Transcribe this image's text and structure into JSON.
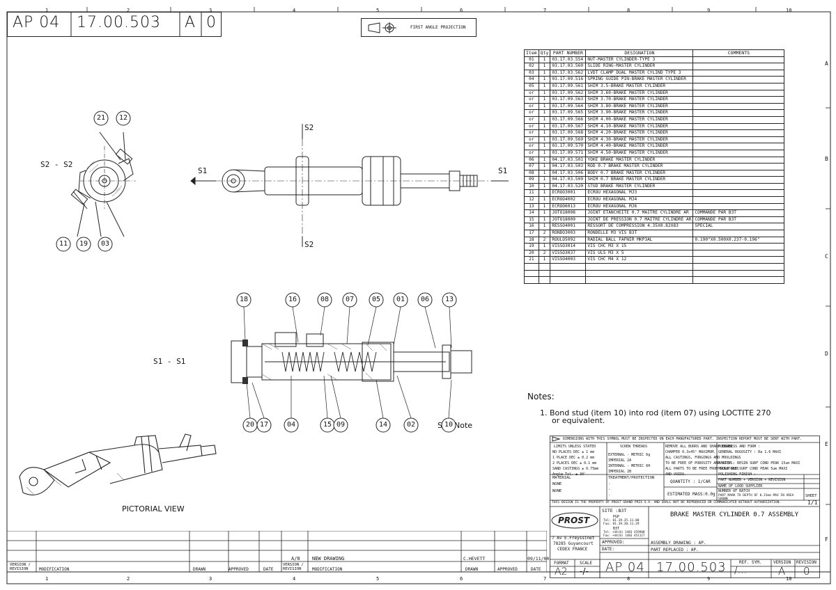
{
  "header": {
    "doc_code": "AP 04",
    "doc_number": "17.00.503",
    "revision": "A",
    "sheet": "0",
    "projection_label": "FIRST ANGLE PROJECTION"
  },
  "zones": {
    "columns": [
      "1",
      "2",
      "3",
      "4",
      "5",
      "6",
      "7",
      "8",
      "9",
      "10"
    ],
    "rows": [
      "A",
      "B",
      "C",
      "D",
      "E",
      "F"
    ]
  },
  "bom": {
    "headers": [
      "Item",
      "Qty",
      "PART NUMBER",
      "DESIGNATION",
      "COMMENTS"
    ],
    "rows": [
      {
        "item": "01",
        "qty": "1",
        "pn": "03.17.03.554",
        "des": "NUT-MASTER CYLINDER-TYPE 3",
        "com": ""
      },
      {
        "item": "02",
        "qty": "1",
        "pn": "03.17.03.560",
        "des": "SLIDE RING-MASTER CYLINDER",
        "com": ""
      },
      {
        "item": "03",
        "qty": "1",
        "pn": "03.17.03.562",
        "des": "LVDT CLAMP DUAL MASTER CYLIND TYPE 3",
        "com": ""
      },
      {
        "item": "04",
        "qty": "1",
        "pn": "03.17.09.516",
        "des": "SPRING GUIDE PIN-BRAKE MASTER CYLINDER",
        "com": ""
      },
      {
        "item": "05",
        "qty": "1",
        "pn": "03.17.09.561",
        "des": "SHIM 3.5-BRAKE MASTER CYLINDER",
        "com": ""
      },
      {
        "item": "or",
        "qty": "1",
        "pn": "03.17.09.562",
        "des": "SHIM 3.60-BRAKE MASTER CYLINDER",
        "com": ""
      },
      {
        "item": "or",
        "qty": "1",
        "pn": "03.17.09.563",
        "des": "SHIM 3.70-BRAKE MASTER CYLINDER",
        "com": ""
      },
      {
        "item": "or",
        "qty": "1",
        "pn": "03.17.09.564",
        "des": "SHIM 3.80-BRAKE MASTER CYLINDER",
        "com": ""
      },
      {
        "item": "or",
        "qty": "1",
        "pn": "03.17.09.565",
        "des": "SHIM 3.90-BRAKE MASTER CYLINDER",
        "com": ""
      },
      {
        "item": "or",
        "qty": "1",
        "pn": "03.17.09.566",
        "des": "SHIM 4.00-BRAKE MASTER CYLINDER",
        "com": ""
      },
      {
        "item": "or",
        "qty": "1",
        "pn": "03.17.09.567",
        "des": "SHIM 4.10-BRAKE MASTER CYLINDER",
        "com": ""
      },
      {
        "item": "or",
        "qty": "1",
        "pn": "03.17.09.568",
        "des": "SHIM 4.20-BRAKE MASTER CYLINDER",
        "com": ""
      },
      {
        "item": "or",
        "qty": "1",
        "pn": "03.17.09.569",
        "des": "SHIM 4.30-BRAKE MASTER CYLINDER",
        "com": ""
      },
      {
        "item": "or",
        "qty": "1",
        "pn": "03.17.09.570",
        "des": "SHIM 4.40-BRAKE MASTER CYLINDER",
        "com": ""
      },
      {
        "item": "or",
        "qty": "1",
        "pn": "03.17.09.571",
        "des": "SHIM 4.50-BRAKE MASTER CYLINDER",
        "com": ""
      },
      {
        "item": "06",
        "qty": "1",
        "pn": "04.17.03.501",
        "des": "YOKE BRAKE MASTER CYLINDER",
        "com": ""
      },
      {
        "item": "07",
        "qty": "1",
        "pn": "04.17.03.503",
        "des": "ROD 0.7 BRAKE MASTER CYLINDER",
        "com": ""
      },
      {
        "item": "08",
        "qty": "1",
        "pn": "04.17.03.506",
        "des": "BODY 0.7 BRAKE MASTER CYLINDER",
        "com": ""
      },
      {
        "item": "09",
        "qty": "1",
        "pn": "04.17.03.509",
        "des": "SHIM 0.7 BRAKE MASTER CYLINDER",
        "com": ""
      },
      {
        "item": "10",
        "qty": "1",
        "pn": "04.17.03.520",
        "des": "STUD BRAKE MASTER CYLINDER",
        "com": ""
      },
      {
        "item": "11",
        "qty": "1",
        "pn": "ECROO3001",
        "des": "ECROU HEXAGONAL MJ3",
        "com": ""
      },
      {
        "item": "12",
        "qty": "1",
        "pn": "ECROO4002",
        "des": "ECROU HEXAGONAL MJ4",
        "com": ""
      },
      {
        "item": "13",
        "qty": "1",
        "pn": "ECROO6013",
        "des": "ECROU HEXAGONAL MJ6",
        "com": ""
      },
      {
        "item": "14",
        "qty": "1",
        "pn": "JOTO18008",
        "des": "JOINT ETANCHEITE 0.7 MAITRE CYLINDRE AR",
        "com": "COMMANDE PAR B3T"
      },
      {
        "item": "15",
        "qty": "1",
        "pn": "JOTO18009",
        "des": "JOINT DE PRESSION 0.7 MAITRE CYLINDRE AR",
        "com": "COMMANDE PAR B3T"
      },
      {
        "item": "16",
        "qty": "1",
        "pn": "RESSO4001",
        "des": "RESSORT DE COMPRESSION   4.35X0.82X83",
        "com": "SPECIAL"
      },
      {
        "item": "17",
        "qty": "2",
        "pn": "RONDO3003",
        "des": "RONDELLE M3 VIS B3T",
        "com": ""
      },
      {
        "item": "18",
        "qty": "2",
        "pn": "ROULO5092",
        "des": "RADIAL BALL FAFNIR MKP3AL",
        "com": "0.190\"X0.500X0.237-0.196\""
      },
      {
        "item": "19",
        "qty": "1",
        "pn": "VISSO3014",
        "des": "VIS CHC M3 X 15",
        "com": ""
      },
      {
        "item": "20",
        "qty": "2",
        "pn": "VISSO3037",
        "des": "VIS ULS M3 X 5",
        "com": ""
      },
      {
        "item": "21",
        "qty": "1",
        "pn": "VISSO4003",
        "des": "VIS CHC M4 X 12",
        "com": ""
      },
      {
        "item": "",
        "qty": "",
        "pn": "",
        "des": "",
        "com": ""
      },
      {
        "item": "",
        "qty": "",
        "pn": "",
        "des": "",
        "com": ""
      },
      {
        "item": "",
        "qty": "",
        "pn": "",
        "des": "",
        "com": ""
      }
    ]
  },
  "views": {
    "section_s2": "S2 - S2",
    "section_s1": "S1 - S1",
    "pictorial": "PICTORIAL VIEW",
    "cut_s1": "S1",
    "cut_s2": "S2",
    "see_note": "See Note"
  },
  "balloons": {
    "s2": [
      "21",
      "12",
      "11",
      "19",
      "03"
    ],
    "s1_top": [
      "18",
      "16",
      "08",
      "07",
      "05",
      "01",
      "06",
      "13"
    ],
    "s1_bottom": [
      "20",
      "17",
      "04",
      "15",
      "09",
      "14",
      "02",
      "10"
    ]
  },
  "notes": {
    "heading": "Notes:",
    "line1": "1. Bond stud (item 10) into rod (item 07) using LOCTITE 270",
    "line2": "or equivalent."
  },
  "titleblock": {
    "inspection_note": "DIMENSIONS WITH THIS SYMBOL MUST BE INSPECTED ON EACH MANUFACTURED PART. INSPECTION REPORT MUST BE SENT WITH PART.",
    "limits_title": "LIMITS UNLESS STATED",
    "limits": [
      "NO PLACES DEC   ± 1   mm",
      "1 PLACE DEC     ± 0.2 mm",
      "2 PLACES DEC    ± 0.1 mm",
      "SAND CASTINGS   ± 0.75mm",
      "Angle Tol.      ± 30'"
    ],
    "screw_title": "SCREW THREADS",
    "screw": [
      "EXTERNAL  - METRIC 6g",
      "          IMPERIAL 2A",
      "INTERNAL  - METRIC 6H",
      "          IMPERIAL 2B"
    ],
    "remove_text": [
      "REMOVE ALL BURRS AND SHARP EDGES.",
      "CHAMFER 0.3x45° MAXIMUM.",
      "ALL CASTINGS, FORGINGS AND MOULDINGS",
      "TO BE FREE OF POROSITY AND VOIDS.",
      "ALL PARTS TO BE FREE FROM SCRATCHES",
      "AND VOIDS."
    ],
    "roughness": [
      "ROUGHNESS AND FORM :",
      "GENERAL RUGOSITY : Ra 1.6 MAXI",
      "",
      "MASTEV : RESIN SURF COND PEAK 15um MAXI",
      "MOULD    ALU SURF COND PEAK 5um MAXI",
      "         POLISHING FINISH :"
    ],
    "material_label": "MATERIAL",
    "material_value": "NONE",
    "material_value2": "NONE",
    "treatment_label": "TREATMENT/PROTECTION",
    "treatment_values": [
      "-",
      "-",
      "-"
    ],
    "quantity": "QUANTITY : 1/CAR",
    "mass": "ESTIMATED MASS:0.0g",
    "part_info": [
      "PART NUMBER + VERSION + REVISION",
      "NAME OF LOOD SUPPLIER",
      "NUMBER OF BATCH",
      "PART MARK TO DEPTH OF 0.15mm MAX IN AREA SHOWN"
    ],
    "sheet_label": "SHEET",
    "sheet_value": "1/1",
    "property_note": "THIS DESIGN IS THE PROPERTY OF PROST GRAND PRIX S.A. AND SHALL NOT BE REPRODUCED OR COMMUNICATED WITHOUT AUTHORIZATION.",
    "logo": "PROST",
    "site": "SITE :B3T",
    "pgp": [
      "PGP",
      "Tel: 01.39.35.11.00",
      "Fax: 01.39.30.11.29"
    ],
    "b3t": [
      "B3T",
      "Tel: +44(0) 1483 459900",
      "Fax: +44(0) 1483 451117"
    ],
    "address": [
      "7 Av E.Freyssinet",
      "78285 Guyancourt",
      "CEDEX FRANCE"
    ],
    "approved_label": "APPROVED:",
    "date_label": "DATE:",
    "title": "BRAKE MASTER CYLINDER 0.7 ASSEMBLY",
    "assembly_drawing": "ASSEMBLY DRAWING : AP.",
    "part_replaced": "PART REPLACED   : AP.",
    "format_label": "FORMAT",
    "format_value": "A2",
    "scale_label": "SCALE",
    "scale_value": "-/-",
    "doc_code": "AP 04",
    "doc_number": "17.00.503",
    "ref_sym_label": "REF. SYM.",
    "ref_sym_value": "/...",
    "version_label": "VERSION",
    "version_value": "A",
    "revision_label": "REVISION",
    "revision_value": "0"
  },
  "revision_table": {
    "col_version": "VERSION / REVISION",
    "col_modification": "MODIFICATION",
    "col_drawn": "DRAWN",
    "col_approved": "APPROVED",
    "col_date": "DATE",
    "entry": {
      "version": "A/0",
      "modification": "NEW DRAWING",
      "drawn": "C.HEVETT",
      "date": "09/11/00"
    }
  }
}
